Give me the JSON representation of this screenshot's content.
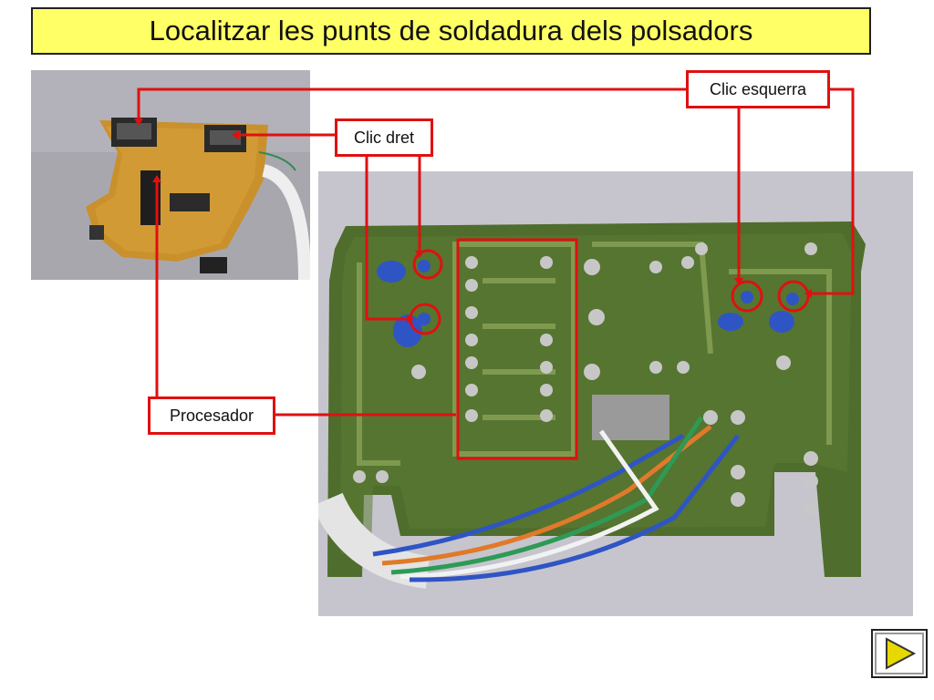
{
  "slide": {
    "title": "Localitzar les punts de soldadura dels polsadors",
    "labels": {
      "left_click": "Clic esquerra",
      "right_click": "Clic dret",
      "processor": "Procesador"
    },
    "next_icon": "play-triangle-icon",
    "colors": {
      "title_background": "#ffff66",
      "annotation": "#e01010",
      "button_triangle": "#e6d800"
    }
  }
}
